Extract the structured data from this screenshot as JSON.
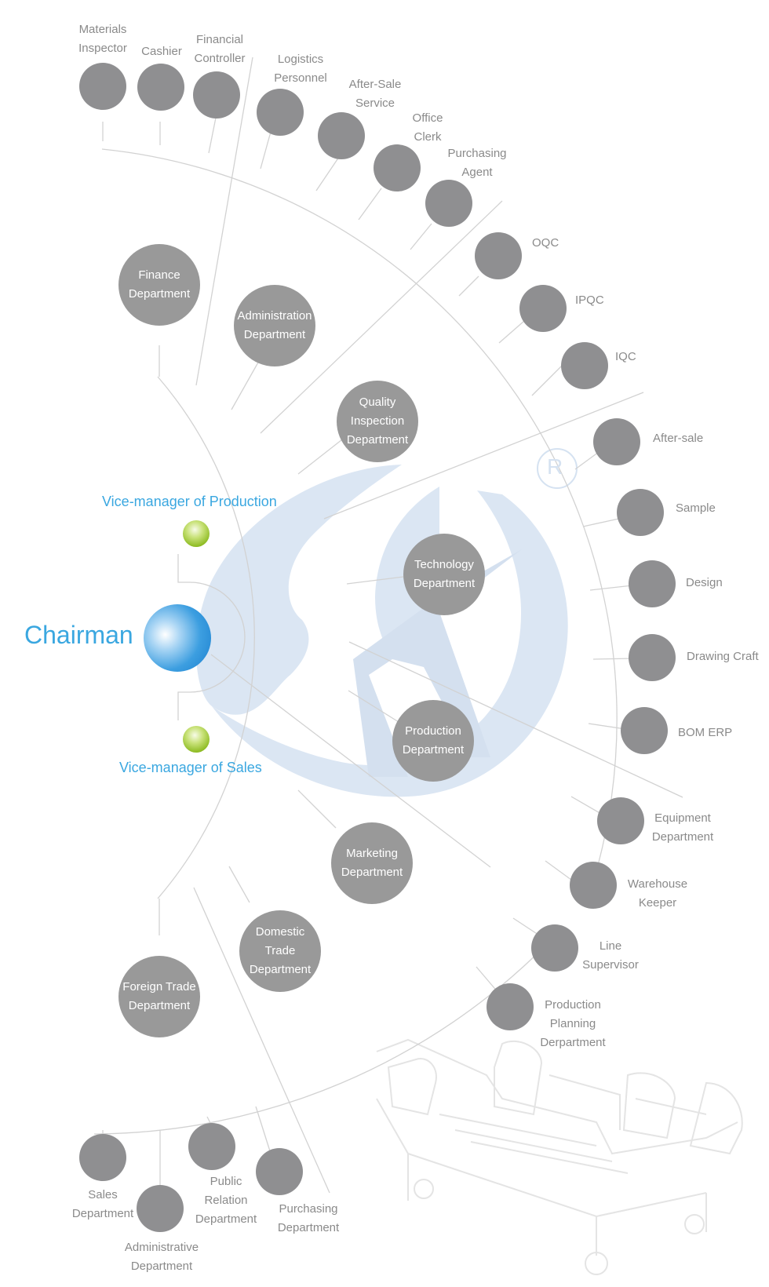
{
  "chairman": "Chairman",
  "vice_production": "Vice-manager of Production",
  "vice_sales": "Vice-manager of Sales",
  "registered_mark": "R",
  "colors": {
    "accent_blue": "#3aa7e0",
    "node_gray": "#8f8f91",
    "dept_gray": "#999999",
    "line_gray": "#d2d2d2",
    "logo_blue": "#dbe6f3"
  },
  "departments": {
    "finance": "Finance\nDepartment",
    "administration": "Administration\nDepartment",
    "quality": "Quality\nInspection\nDepartment",
    "technology": "Technology\nDepartment",
    "production": "Production\nDepartment",
    "marketing": "Marketing\nDepartment",
    "domestic": "Domestic\nTrade\nDepartment",
    "foreign": "Foreign Trade\nDepartment"
  },
  "roles": {
    "materials_inspector": "Materials\nInspector",
    "cashier": "Cashier",
    "financial_controller": "Financial\nController",
    "logistics": "Logistics\nPersonnel",
    "after_sale_service": "After-Sale\nService",
    "office_clerk": "Office\nClerk",
    "purchasing_agent": "Purchasing\nAgent",
    "oqc": "OQC",
    "ipqc": "IPQC",
    "iqc": "IQC",
    "after_sale": "After-sale",
    "sample": "Sample",
    "design": "Design",
    "drawing_craft": "Drawing Craft",
    "bom_erp": "BOM ERP",
    "equipment": "Equipment\nDepartment",
    "warehouse": "Warehouse\nKeeper",
    "line_supervisor": "Line\nSupervisor",
    "production_planning": "Production\nPlanning\nDerpartment",
    "sales_dept": "Sales\nDepartment",
    "administrative_dept": "Administrative\nDepartment",
    "public_relation": "Public\nRelation\nDepartment",
    "purchasing_dept": "Purchasing\nDepartment"
  }
}
